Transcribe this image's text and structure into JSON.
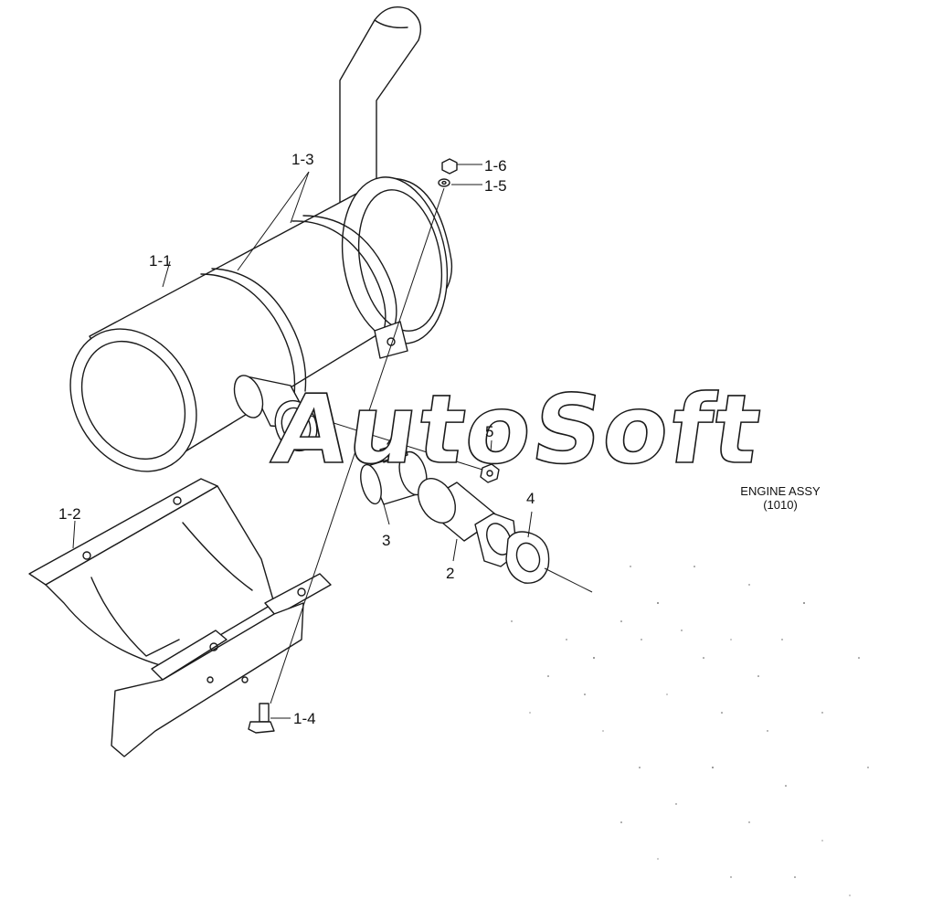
{
  "diagram": {
    "callouts": [
      {
        "id": "1-1",
        "text": "1-1"
      },
      {
        "id": "1-2",
        "text": "1-2"
      },
      {
        "id": "1-3",
        "text": "1-3"
      },
      {
        "id": "1-4",
        "text": "1-4"
      },
      {
        "id": "1-5",
        "text": "1-5"
      },
      {
        "id": "1-6",
        "text": "1-6"
      },
      {
        "id": "2",
        "text": "2"
      },
      {
        "id": "3",
        "text": "3"
      },
      {
        "id": "4",
        "text": "4"
      },
      {
        "id": "5",
        "text": "5"
      }
    ],
    "note": {
      "line1": "ENGINE ASSY",
      "line2": "(1010)"
    },
    "watermark": "AutoSoft"
  }
}
